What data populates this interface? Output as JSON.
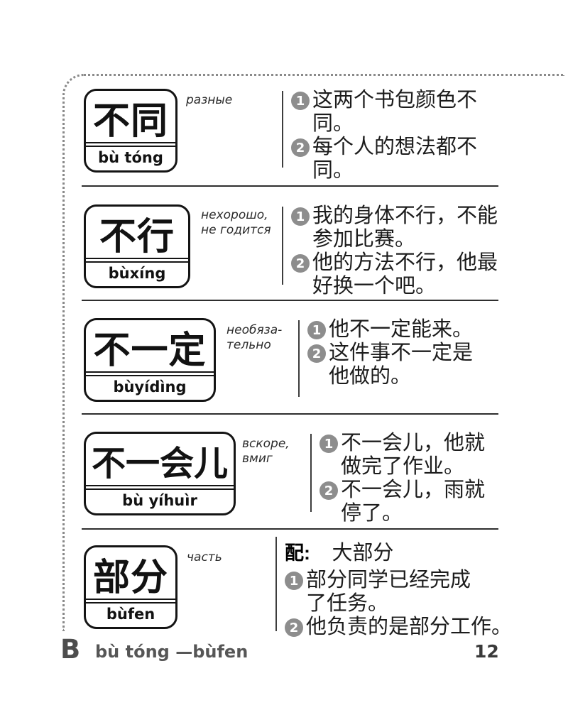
{
  "entries": [
    {
      "hanzi": "不同",
      "pinyin": "bù tóng",
      "russian_lines": [
        "разные"
      ],
      "examples": [
        {
          "num": "1",
          "lines": [
            "这两个书包颜色不",
            "同。"
          ]
        },
        {
          "num": "2",
          "lines": [
            "每个人的想法都不",
            "同。"
          ]
        }
      ]
    },
    {
      "hanzi": "不行",
      "pinyin": "bùxíng",
      "russian_lines": [
        "нехорошо,",
        "не годится"
      ],
      "examples": [
        {
          "num": "1",
          "lines": [
            "我的身体不行，不能",
            "参加比赛。"
          ]
        },
        {
          "num": "2",
          "lines": [
            "他的方法不行，他最",
            "好换一个吧。"
          ]
        }
      ]
    },
    {
      "hanzi": "不一定",
      "pinyin": "bùyídìng",
      "russian_lines": [
        "необяза-",
        "тельно"
      ],
      "examples": [
        {
          "num": "1",
          "lines": [
            "他不一定能来。"
          ]
        },
        {
          "num": "2",
          "lines": [
            "这件事不一定是",
            "他做的。"
          ]
        }
      ]
    },
    {
      "hanzi": "不一会儿",
      "pinyin": "bù yíhuìr",
      "russian_lines": [
        "вскоре,",
        "вмиг"
      ],
      "examples": [
        {
          "num": "1",
          "lines": [
            "不一会儿，他就",
            "做完了作业。"
          ]
        },
        {
          "num": "2",
          "lines": [
            "不一会儿，雨就",
            "停了。"
          ]
        }
      ]
    },
    {
      "hanzi": "部分",
      "pinyin": "bùfen",
      "russian_lines": [
        "часть"
      ],
      "collocation": {
        "label": "配:",
        "text": "大部分"
      },
      "examples": [
        {
          "num": "1",
          "lines": [
            "部分同学已经完成",
            "了任务。"
          ]
        },
        {
          "num": "2",
          "lines": [
            "他负责的是部分工作。"
          ]
        }
      ]
    }
  ],
  "footer": {
    "letter": "B",
    "range": "bù tóng —bùfen",
    "page_number": "12"
  }
}
